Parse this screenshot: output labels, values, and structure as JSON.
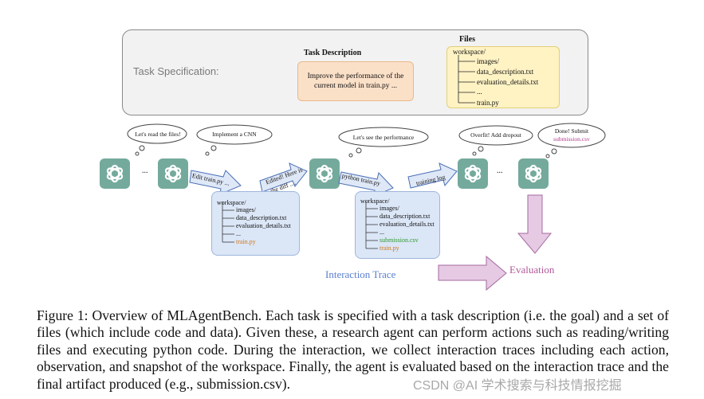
{
  "figure": {
    "task_spec": {
      "label": "Task Specification:",
      "task_description_title": "Task Description",
      "task_description_text": "Improve the performance of the current model in train.py ...",
      "files_title": "Files",
      "files_tree": [
        "workspace/",
        "images/",
        "data_description.txt",
        "evaluation_details.txt",
        "...",
        "train.py"
      ]
    },
    "bubbles": {
      "b1": "Let's read the files!",
      "b2": "Implement a CNN",
      "b3": "Let's see the performance",
      "b4": "Overfit! Add dropout",
      "b5_line1": "Done! Submit",
      "b5_line2": "submission.csv"
    },
    "ellipsis": "...",
    "arrows": {
      "edit": "Edit train.py ...",
      "edited_line1": "Edited! Here is",
      "edited_line2": "the diff ....",
      "python": "python train.py",
      "training_log": "training log"
    },
    "workspace1": [
      "workspace/",
      "images/",
      "data_description.txt",
      "evaluation_details.txt",
      "...",
      "train.py"
    ],
    "workspace2": [
      "workspace/",
      "images/",
      "data_description.txt",
      "evaluation_details.txt",
      "...",
      "submission.csv",
      "train.py"
    ],
    "interaction_trace_label": "Interaction Trace",
    "evaluation_label": "Evaluation",
    "colors": {
      "agent_green": "#74aa9c",
      "edited_file": "#d07a1e",
      "new_file": "#2e9a2e",
      "evaluation_text": "#b05a9a",
      "trace_text": "#5a7fd0",
      "submission_highlight": "#b03a8a"
    }
  },
  "caption": {
    "text": "Figure 1: Overview of MLAgentBench. Each task is specified with a task description (i.e. the goal) and a set of files (which include code and data). Given these, a research agent can perform actions such as reading/writing files and executing python code. During the interaction, we collect interaction traces including each action, observation, and snapshot of the workspace. Finally, the agent is evaluated based on the interaction trace and the final artifact produced (e.g., submission.csv)."
  },
  "watermark": "CSDN @AI 学术搜索与科技情报挖掘"
}
